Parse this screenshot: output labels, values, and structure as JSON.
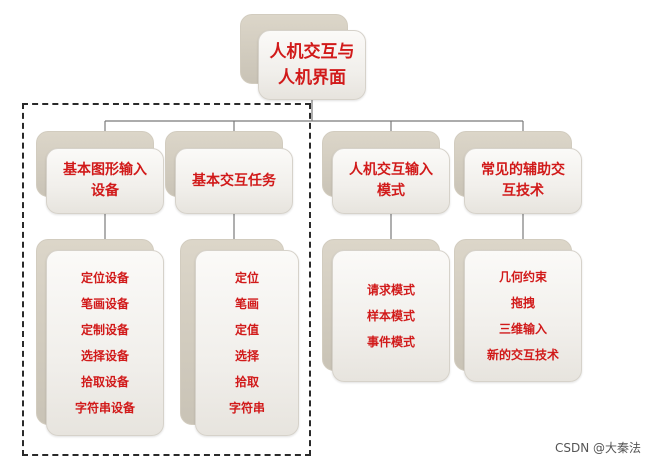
{
  "root": {
    "lines": [
      "人机交互与",
      "人机界面"
    ]
  },
  "categories": [
    {
      "lines": [
        "基本图形输入",
        "设备"
      ],
      "items": [
        "定位设备",
        "笔画设备",
        "定制设备",
        "选择设备",
        "拾取设备",
        "字符串设备"
      ]
    },
    {
      "lines": [
        "基本交互任务"
      ],
      "items": [
        "定位",
        "笔画",
        "定值",
        "选择",
        "拾取",
        "字符串"
      ]
    },
    {
      "lines": [
        "人机交互输入",
        "模式"
      ],
      "items": [
        "请求模式",
        "样本模式",
        "事件模式"
      ]
    },
    {
      "lines": [
        "常见的辅助交",
        "互技术"
      ],
      "items": [
        "几何约束",
        "拖拽",
        "三维输入",
        "新的交互技术"
      ]
    }
  ],
  "colors": {
    "text": "#d11a1a",
    "card": "#f4f2ee",
    "shadow": "#d6d0c4",
    "line": "#7a7a7a"
  },
  "watermark": "CSDN @大秦法"
}
